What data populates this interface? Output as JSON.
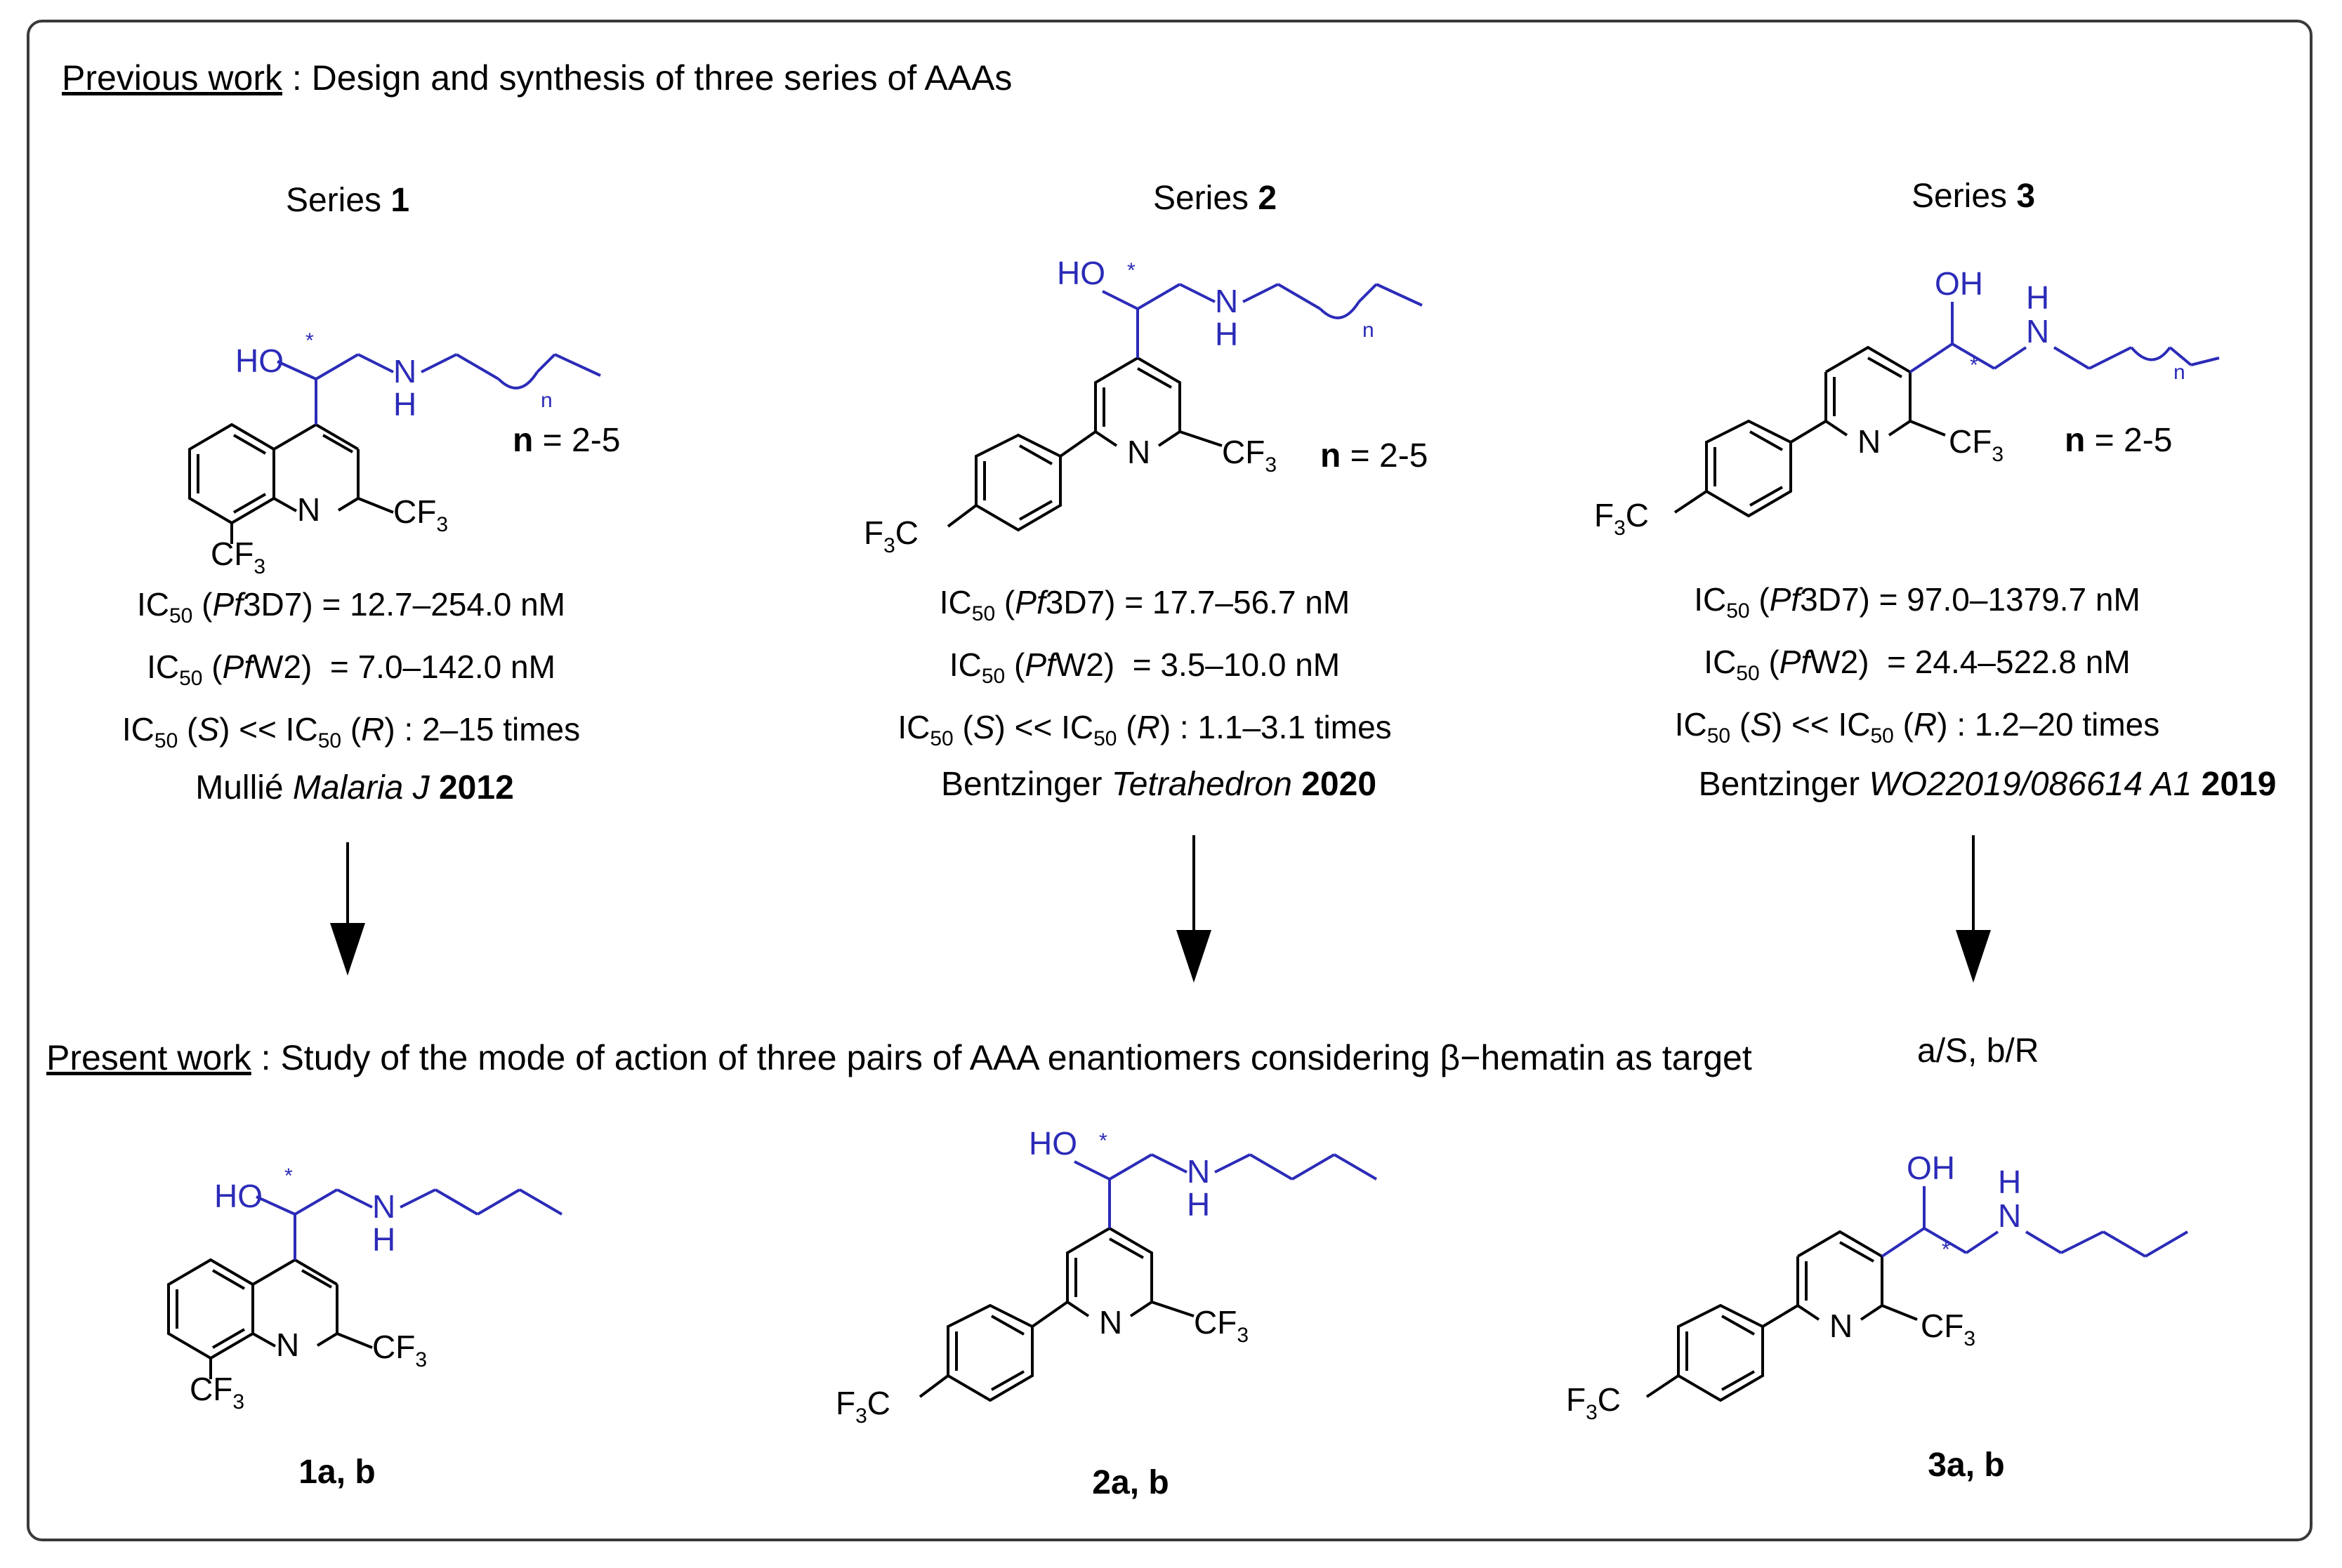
{
  "previous_work": {
    "label": "Previous work",
    "text": " : Design and synthesis of three series of AAAs"
  },
  "present_work": {
    "label": "Present work",
    "text": " : Study of the mode of action of  three pairs of AAA enantiomers considering β−hematin as target"
  },
  "stereo_legend": "a/S, b/R",
  "series": [
    {
      "title": "Series ",
      "number": "1",
      "n_range": "n = 2-5",
      "ic50_pf3d7": "12.7–254.0 nM",
      "ic50_pfw2": "7.0–142.0 nM",
      "ratio": "2–15 times",
      "ref_author": "Mullié ",
      "ref_journal": "Malaria J",
      "ref_year": "2012"
    },
    {
      "title": "Series ",
      "number": "2",
      "n_range": "n = 2-5",
      "ic50_pf3d7": "17.7–56.7 nM",
      "ic50_pfw2": "3.5–10.0 nM",
      "ratio": "1.1–3.1 times",
      "ref_author": "Bentzinger ",
      "ref_journal": "Tetrahedron",
      "ref_year": "2020"
    },
    {
      "title": "Series ",
      "number": "3",
      "n_range": "n = 2-5",
      "ic50_pf3d7": "97.0–1379.7 nM",
      "ic50_pfw2": "24.4–522.8 nM",
      "ratio": "1.2–20 times",
      "ref_author": "Bentzinger ",
      "ref_journal": "WO22019/086614 A1",
      "ref_year": "2019"
    }
  ],
  "compounds": [
    {
      "label": "1a, b"
    },
    {
      "label": "2a, b"
    },
    {
      "label": "3a, b"
    }
  ],
  "atom_labels": {
    "ho": "HO",
    "oh": "OH",
    "n": "N",
    "h": "H",
    "nsub": "n",
    "cf3": "CF",
    "f3c": "F",
    "c": "C",
    "sub3": "3",
    "star": "*"
  },
  "data_labels": {
    "ic50": "IC",
    "sub50": "50",
    "pf3d7": "Pf",
    "pf3d7_tail": "3D7)",
    "pfw2": "Pf",
    "pfw2_tail": "W2)",
    "s": "S",
    "r": "R"
  },
  "colors": {
    "chain": "#2b2bb8",
    "core": "#000000",
    "frame": "#3a3a3a"
  }
}
